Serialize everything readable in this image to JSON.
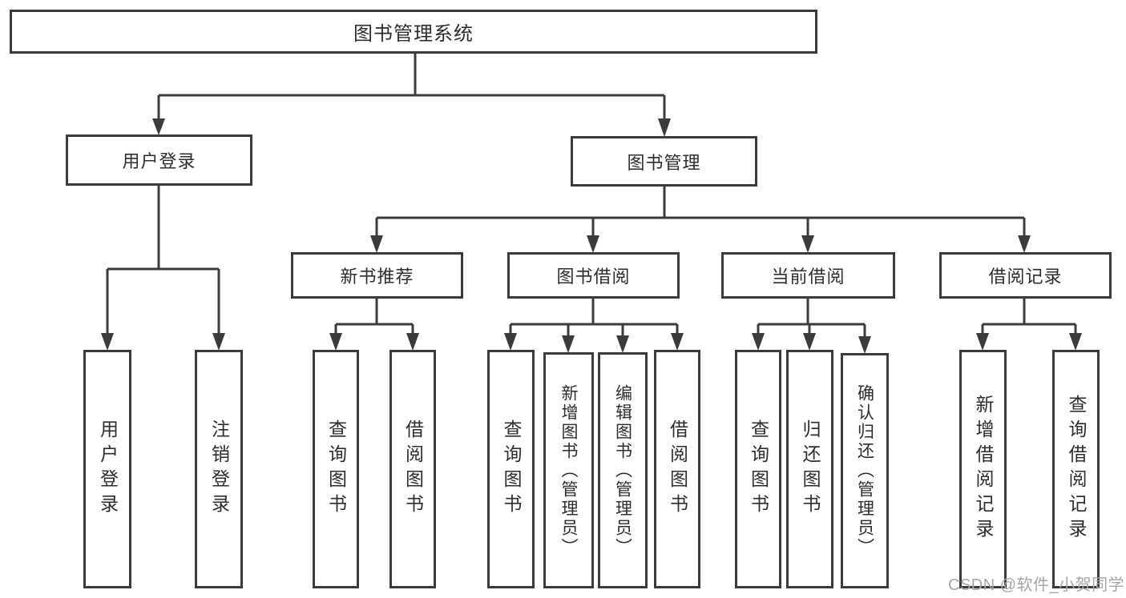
{
  "colors": {
    "line": "#3b3b3b",
    "box_fill": "#ffffff",
    "text": "#2d2d2d",
    "watermark": "#a6a6a6"
  },
  "tree": {
    "root": {
      "label": "图书管理系统"
    },
    "branches": [
      {
        "label": "用户登录",
        "children": [
          {
            "label": "用户登录"
          },
          {
            "label": "注销登录"
          }
        ]
      },
      {
        "label": "图书管理",
        "children": [
          {
            "label": "新书推荐",
            "children": [
              {
                "label": "查询图书"
              },
              {
                "label": "借阅图书"
              }
            ]
          },
          {
            "label": "图书借阅",
            "children": [
              {
                "label": "查询图书"
              },
              {
                "label": "新增图书（管理员）"
              },
              {
                "label": "编辑图书（管理员）"
              },
              {
                "label": "借阅图书"
              }
            ]
          },
          {
            "label": "当前借阅",
            "children": [
              {
                "label": "查询图书"
              },
              {
                "label": "归还图书"
              },
              {
                "label": "确认归还（管理员）"
              }
            ]
          },
          {
            "label": "借阅记录",
            "children": [
              {
                "label": "新增借阅记录"
              },
              {
                "label": "查询借阅记录"
              }
            ]
          }
        ]
      }
    ]
  },
  "watermark": {
    "text": "CSDN @软件_小贺同学"
  }
}
